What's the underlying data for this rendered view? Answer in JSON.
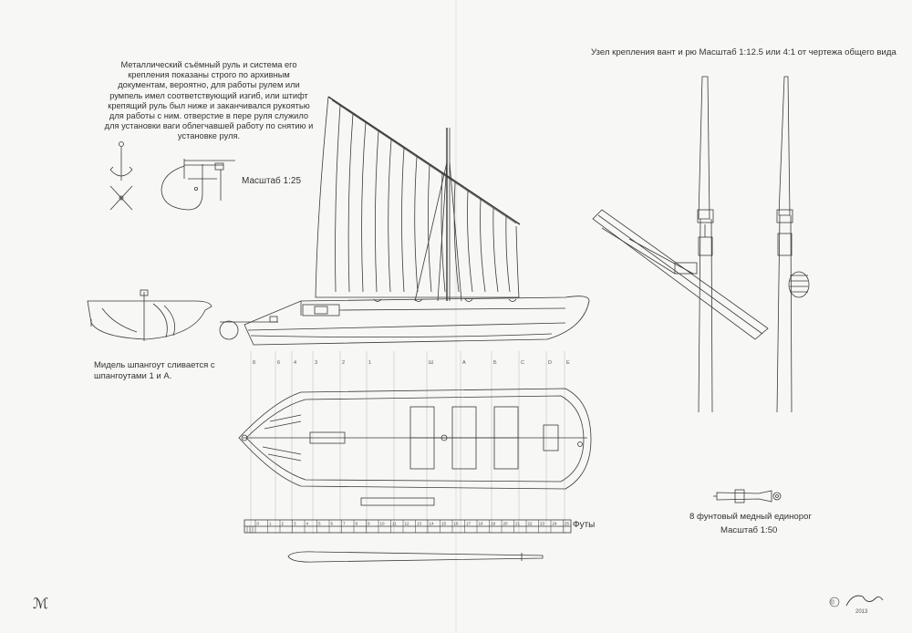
{
  "annotations": {
    "rudder_note": "Металлический съёмный руль и система его крепления показаны строго по архивным документам, вероятно, для работы рулем или румпель имел соответствующий изгиб, или штифт крепящий руль был ниже и заканчивался рукоятью для работы с ним. отверстие в пере руля служило для установки ваги облегчавшей работу по снятию и установке руля.",
    "rudder_scale": "Масштаб 1:25",
    "midship_note": "Мидель шпангоут сливается с шпангоутами 1 и А.",
    "rigging_detail_title": "Узел крепления вант и рю Масштаб 1:12.5 или 4:1 от чертежа общего вида",
    "feet_label": "Футы",
    "cannon_label": "8 фунтовый медный единорог",
    "cannon_scale": "Масштаб 1:50",
    "corner_mark": "ℳ"
  },
  "station_labels": [
    "8",
    "6",
    "4",
    "3",
    "2",
    "1",
    "Ш",
    "А",
    "Б",
    "С",
    "D",
    "E"
  ],
  "scale_ticks": [
    "0",
    "1",
    "2",
    "3",
    "4",
    "5",
    "6",
    "7",
    "8",
    "9",
    "10",
    "11",
    "12",
    "13",
    "14",
    "15",
    "16",
    "17",
    "18",
    "19",
    "20",
    "21",
    "22",
    "23",
    "24",
    "25"
  ],
  "signature": {
    "year": "2013",
    "symbol": "©"
  },
  "colors": {
    "line": "#3a3a3a",
    "paper": "#f7f7f6",
    "faint": "#9a9a9a"
  }
}
